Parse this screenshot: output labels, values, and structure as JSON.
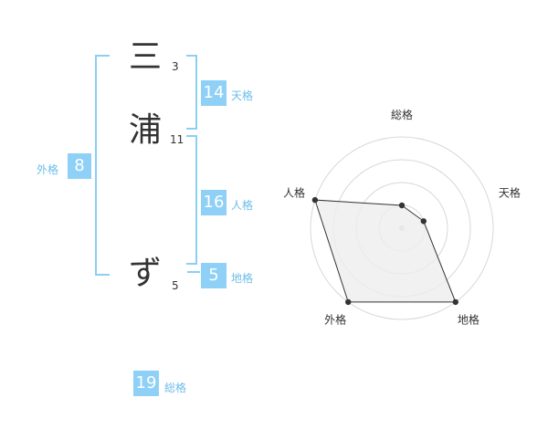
{
  "name": {
    "chars": [
      {
        "char": "三",
        "strokes": "3"
      },
      {
        "char": "浦",
        "strokes": "11"
      },
      {
        "char": "ず",
        "strokes": "5"
      }
    ]
  },
  "fortune": {
    "tenkaku": {
      "value": "14",
      "label": "天格"
    },
    "jinkaku": {
      "value": "16",
      "label": "人格"
    },
    "chikaku": {
      "value": "5",
      "label": "地格"
    },
    "gaikaku": {
      "value": "8",
      "label": "外格"
    },
    "soukaku": {
      "value": "19",
      "label": "総格"
    }
  },
  "chart_data": {
    "type": "radar",
    "axes": [
      "総格",
      "天格",
      "地格",
      "外格",
      "人格"
    ],
    "values": [
      1,
      1,
      4,
      4,
      4
    ],
    "rmax": 4,
    "rings": 4,
    "colors": {
      "fill": "#eeeeee",
      "stroke": "#333333",
      "ring": "#d8d8d8",
      "point": "#333333"
    }
  }
}
